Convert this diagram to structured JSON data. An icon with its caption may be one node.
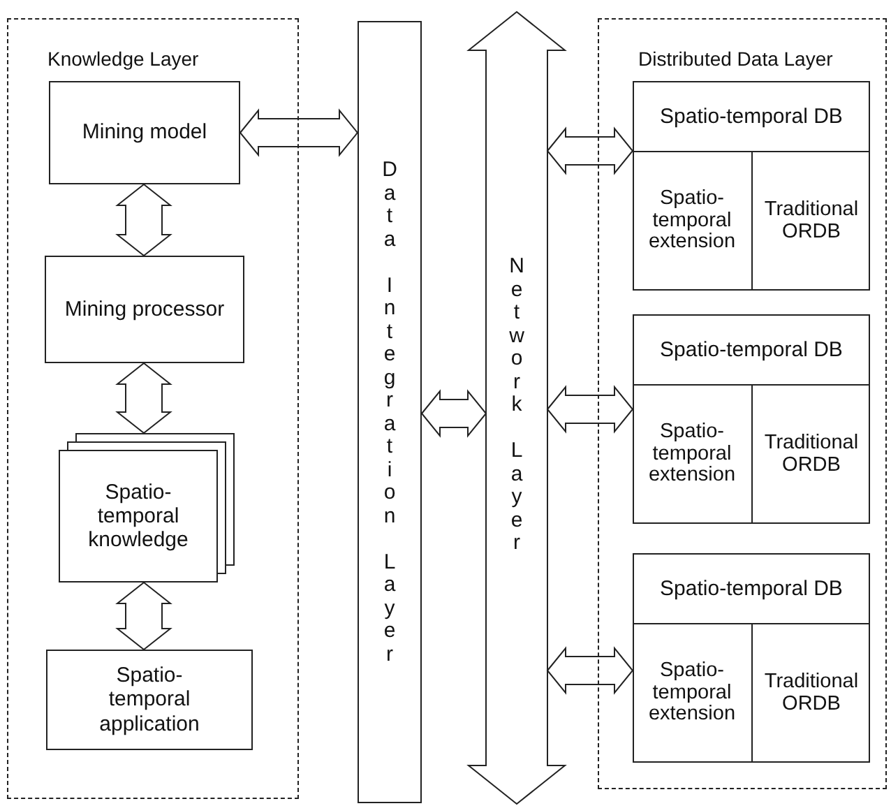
{
  "diagram": {
    "nodes": [
      {
        "text": [
          "Knowledge Layer"
        ]
      },
      {
        "text": [
          "Mining model"
        ],
        "in": 0
      },
      {
        "text": [
          "Mining processor"
        ],
        "in": 0
      },
      {
        "text": [
          "Spatio-temporal knowledge"
        ],
        "in": 0
      },
      {
        "text": [
          "Spatio-temporal application"
        ],
        "in": 0
      },
      {
        "text": [
          "Data Integration Layer"
        ]
      },
      {
        "text": [
          "Network Layer"
        ]
      },
      {
        "text": [
          "Distributed Data Layer"
        ]
      },
      {
        "text": [
          "Spatio-temporal DB"
        ],
        "in": 7
      },
      {
        "text": [
          "Spatio-temporal extension"
        ],
        "in": 8
      },
      {
        "text": [
          "Traditional ORDB"
        ],
        "in": 8
      },
      {
        "text": [
          "Spatio-temporal DB"
        ],
        "in": 7
      },
      {
        "text": [
          "Spatio-temporal extension"
        ],
        "in": 11
      },
      {
        "text": [
          "Traditional ORDB"
        ],
        "in": 11
      },
      {
        "text": [
          "Spatio-temporal DB"
        ],
        "in": 7
      },
      {
        "text": [
          "Spatio-temporal extension"
        ],
        "in": 14
      },
      {
        "text": [
          "Traditional ORDB"
        ],
        "in": 14
      }
    ],
    "edges": [
      {
        "from": 1,
        "to": 5,
        "arrow": "both"
      },
      {
        "from": 1,
        "to": 2,
        "arrow": "both"
      },
      {
        "from": 2,
        "to": 3,
        "arrow": "both"
      },
      {
        "from": 3,
        "to": 4,
        "arrow": "both"
      },
      {
        "from": 5,
        "to": 6,
        "arrow": "both"
      },
      {
        "from": 6,
        "to": 8,
        "arrow": "both"
      },
      {
        "from": 6,
        "to": 11,
        "arrow": "both"
      },
      {
        "from": 6,
        "to": 14,
        "arrow": "both"
      }
    ]
  }
}
